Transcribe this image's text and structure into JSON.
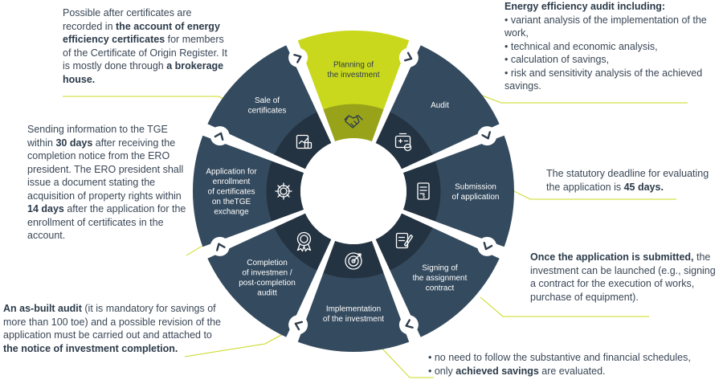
{
  "colors": {
    "segment": "#344a5e",
    "segment_highlight": "#c9d81c",
    "inner_ring": "#243341",
    "inner_highlight": "#98a31a",
    "connector": "#c9d81c",
    "text": "#3a4756"
  },
  "cycle": {
    "segments": [
      {
        "id": "planning",
        "lines": [
          "Planning of",
          "the investment"
        ],
        "icon": "handshake-icon",
        "highlight": true
      },
      {
        "id": "audit",
        "lines": [
          "Audit"
        ],
        "icon": "calculator-icon",
        "highlight": false
      },
      {
        "id": "submission",
        "lines": [
          "Submission",
          "of application"
        ],
        "icon": "document-icon",
        "highlight": false
      },
      {
        "id": "signing",
        "lines": [
          "Signing of",
          "the assignment",
          "contract"
        ],
        "icon": "signature-icon",
        "highlight": false
      },
      {
        "id": "implementation",
        "lines": [
          "Implementation",
          "of the investment"
        ],
        "icon": "target-icon",
        "highlight": false
      },
      {
        "id": "completion",
        "lines": [
          "Completion",
          "of investmen /",
          "post-completion",
          "auditt"
        ],
        "icon": "badge-icon",
        "highlight": false
      },
      {
        "id": "application",
        "lines": [
          "Application for",
          "enrollment",
          "of certificates",
          "on theTGE",
          "exchange"
        ],
        "icon": "gear-icon",
        "highlight": false
      },
      {
        "id": "sale",
        "lines": [
          "Sale of",
          "certificates"
        ],
        "icon": "chart-icon",
        "highlight": false
      }
    ]
  },
  "notes": {
    "sale": {
      "p1": "Possible after certificates are recorded in ",
      "b1": "the account of energy efficiency certificates",
      "p2": " for members of the Certificate of Origin Register. It is mostly done through ",
      "b2": "a brokerage house."
    },
    "application": {
      "p1": "Sending information to the TGE within ",
      "b1": "30 days",
      "p2": " after receiving the completion notice from the ERO president. The ERO president shall issue a document stating the acquisition of property rights within ",
      "b2": "14 days",
      "p3": " after the application for the enrollment of certificates in the account."
    },
    "completion": {
      "b1": "An as-built audit",
      "p1": " (it is mandatory for savings of more than 100 toe) and a possible revision of the application must be carried out and attached to ",
      "b2": "the notice of investment completion."
    },
    "audit": {
      "title": "Energy efficiency audit including:",
      "items": [
        "variant analysis of the implementation of the  work,",
        "technical and economic analysis,",
        "calculation of savings,",
        "risk and sensitivity analysis of the achieved savings."
      ]
    },
    "submission": {
      "p1": "The statutory deadline for evaluating the application is ",
      "b1": "45 days."
    },
    "signing": {
      "b1": "Once the application is submitted,",
      "p1": " the investment can be launched (e.g., signing a contract for the execution of works, purchase of equipment)."
    },
    "implementation": {
      "item1": "no need to follow the substantive and financial schedules,",
      "item2_a": "only ",
      "item2_b": "achieved savings",
      "item2_c": " are evaluated."
    }
  }
}
